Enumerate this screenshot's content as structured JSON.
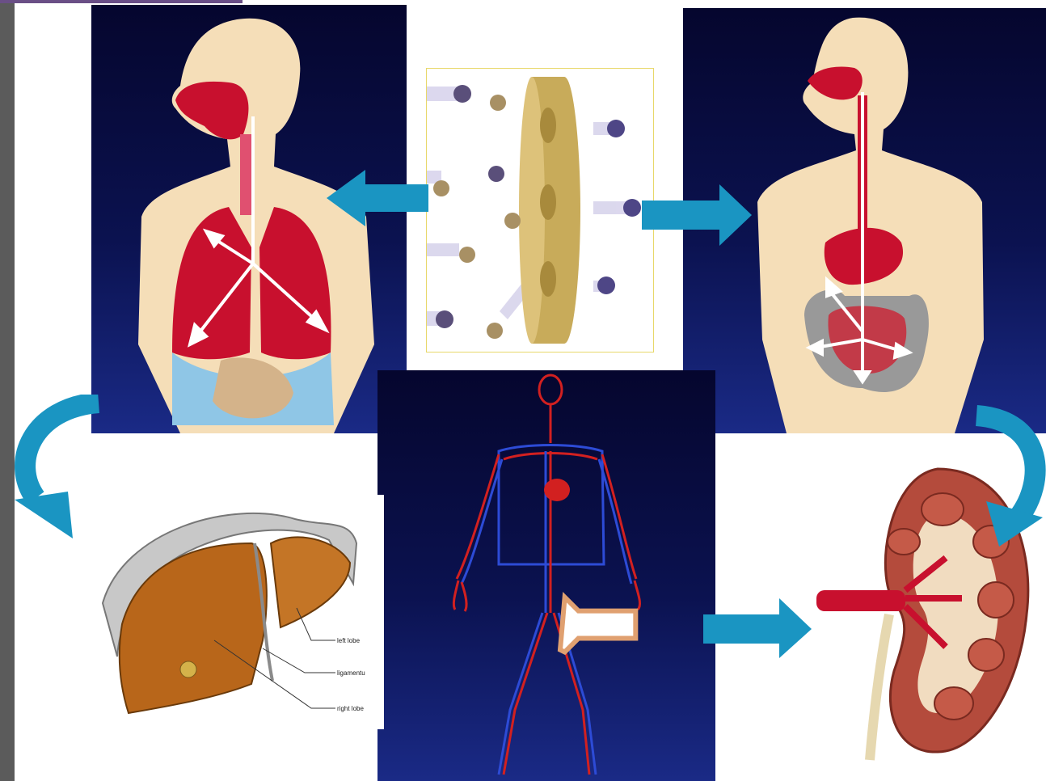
{
  "diagram": {
    "panels": [
      {
        "id": "respiratory",
        "icon": "lungs-torso-icon"
      },
      {
        "id": "absorption",
        "icon": "particles-membrane-icon"
      },
      {
        "id": "digestive",
        "icon": "stomach-intestine-torso-icon"
      },
      {
        "id": "circulatory",
        "icon": "blood-vessels-body-icon"
      },
      {
        "id": "liver",
        "icon": "liver-icon"
      },
      {
        "id": "kidney",
        "icon": "kidney-icon"
      }
    ],
    "liver_labels": [
      "left lobe",
      "ligamentu",
      "right lobe"
    ],
    "colors": {
      "arrow": "#1a95c2",
      "navy": "#0b1250",
      "organ_red": "#c8102e",
      "liver_brown": "#b8661a",
      "skin": "#f5deb8"
    }
  }
}
